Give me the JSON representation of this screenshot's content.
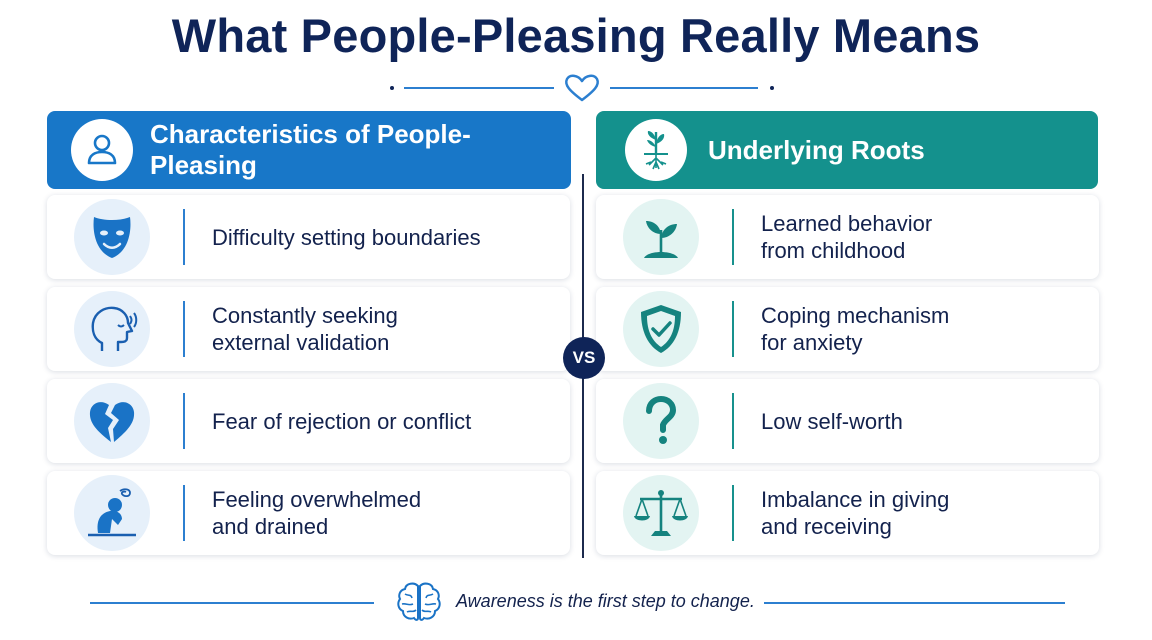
{
  "title": "What People-Pleasing Really Means",
  "colors": {
    "navy": "#0f2458",
    "blue": "#1877c8",
    "teal": "#14918d"
  },
  "left_column": {
    "header": "Characteristics of People-Pleasing",
    "icon": "person-icon",
    "items": [
      {
        "icon": "mask-icon",
        "text": "Difficulty setting boundaries"
      },
      {
        "icon": "head-listening-icon",
        "text": "Constantly seeking\nexternal validation"
      },
      {
        "icon": "broken-heart-icon",
        "text": "Fear of rejection or conflict"
      },
      {
        "icon": "overwhelmed-person-icon",
        "text": "Feeling overwhelmed\nand drained"
      }
    ]
  },
  "right_column": {
    "header": "Underlying Roots",
    "icon": "plant-roots-icon",
    "items": [
      {
        "icon": "sprout-icon",
        "text": "Learned behavior\nfrom childhood"
      },
      {
        "icon": "shield-check-icon",
        "text": "Coping mechanism\nfor anxiety"
      },
      {
        "icon": "question-mark-icon",
        "text": "Low self-worth"
      },
      {
        "icon": "balance-scale-icon",
        "text": "Imbalance in giving\nand receiving"
      }
    ]
  },
  "vs_label": "VS",
  "footer": {
    "icon": "brain-icon",
    "text": "Awareness is the first step to change."
  }
}
